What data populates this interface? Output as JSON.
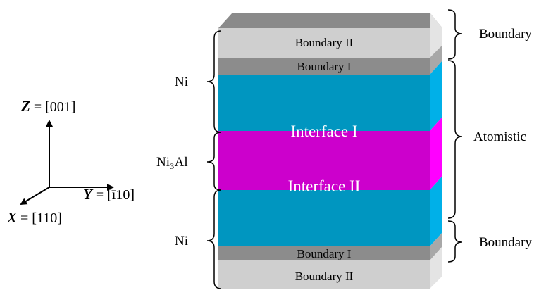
{
  "colors": {
    "boundary_ii": "#cfcfcf",
    "boundary_i": "#8c8c8c",
    "ni": "#0096c0",
    "ni_side": "#00b0e8",
    "ni3al": "#cc00cc",
    "ni3al_side": "#ff00ff",
    "top_face": "#8a8a8a"
  },
  "axes": {
    "z": {
      "var": "Z",
      "eq": " = [001]"
    },
    "y": {
      "var": "Y",
      "eq": " = [ī10]"
    },
    "x": {
      "var": "X",
      "eq": " = [110]"
    }
  },
  "layers": {
    "boundary_ii_top": "Boundary II",
    "boundary_i_top": "Boundary I",
    "interface_i": "Interface I",
    "interface_ii": "Interface II",
    "boundary_i_bottom": "Boundary I",
    "boundary_ii_bottom": "Boundary II"
  },
  "left_labels": {
    "ni_top": "Ni",
    "ni3al": "Ni₃Al",
    "ni_bottom": "Ni"
  },
  "right_labels": {
    "boundary_top": "Boundary",
    "atomistic": "Atomistic",
    "boundary_bottom": "Boundary"
  }
}
